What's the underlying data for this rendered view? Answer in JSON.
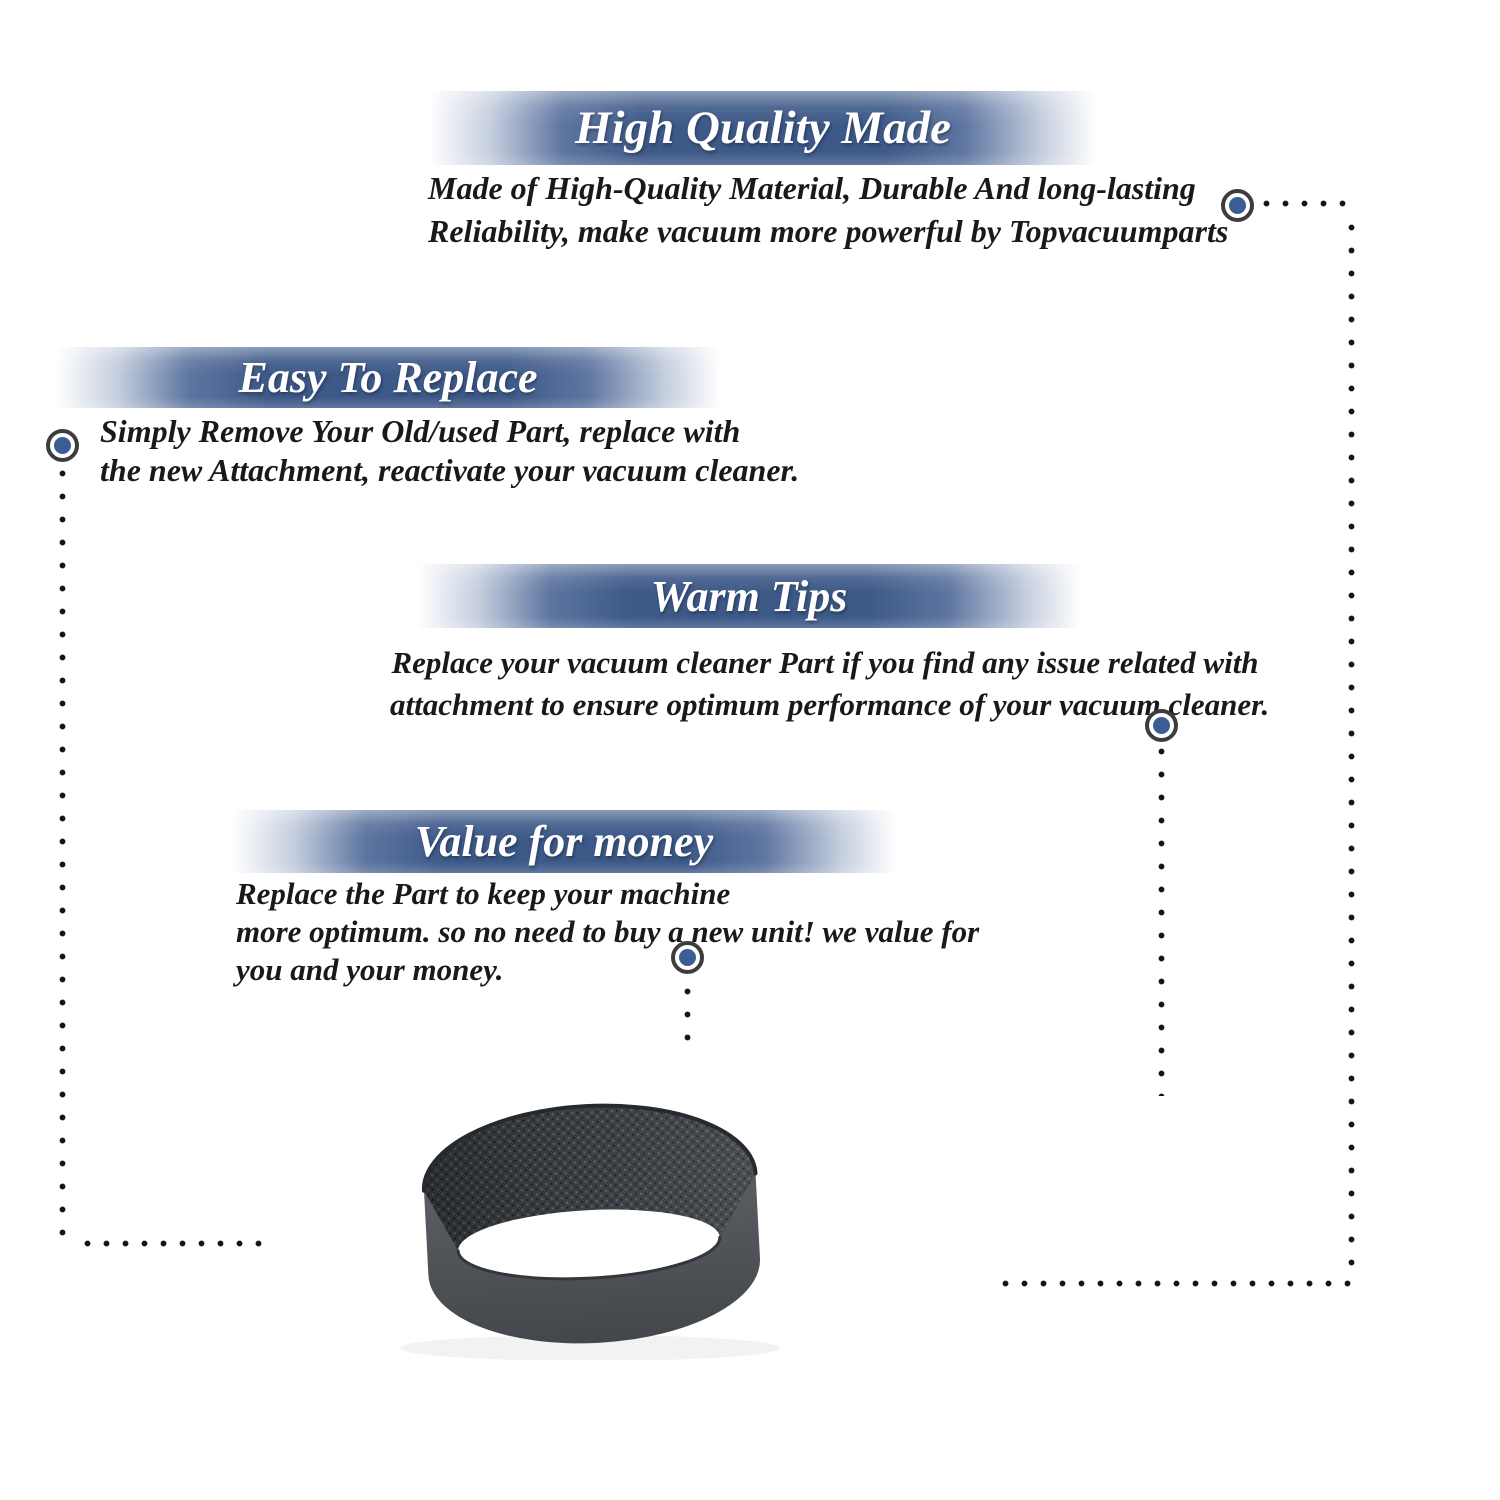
{
  "meta": {
    "kind": "product-infographic",
    "background": "#ffffff"
  },
  "colors": {
    "banner_blue": "#3d5988",
    "banner_fade": "#c6cfdf",
    "marker_ring": "#3d3d3d",
    "marker_fill": "#3a5e93",
    "body_text": "#191919",
    "heading_text": "#ffffff",
    "dot_color": "#151515",
    "belt_outer": "#55585d",
    "belt_inner_texture": "#3c4044"
  },
  "sections": [
    {
      "id": "high-quality",
      "title": "High Quality Made",
      "body_lines": [
        "Made of  High-Quality Material, Durable And long-lasting",
        "Reliability, make vacuum more powerful by Topvacuumparts"
      ]
    },
    {
      "id": "easy-replace",
      "title": "Easy To Replace",
      "body_lines": [
        "Simply Remove Your Old/used Part, replace with",
        "the new Attachment, reactivate your vacuum cleaner."
      ]
    },
    {
      "id": "warm-tips",
      "title": "Warm Tips",
      "body_lines": [
        "Replace your vacuum cleaner Part if you find any issue related with",
        "attachment to ensure optimum performance of your vacuum cleaner."
      ]
    },
    {
      "id": "value-money",
      "title": "Value for money",
      "body_lines": [
        "Replace the Part to keep your machine",
        "more optimum. so no need to buy a new unit! we value for",
        "you and your money."
      ]
    }
  ],
  "product": {
    "name": "vacuum-belt-photo"
  }
}
